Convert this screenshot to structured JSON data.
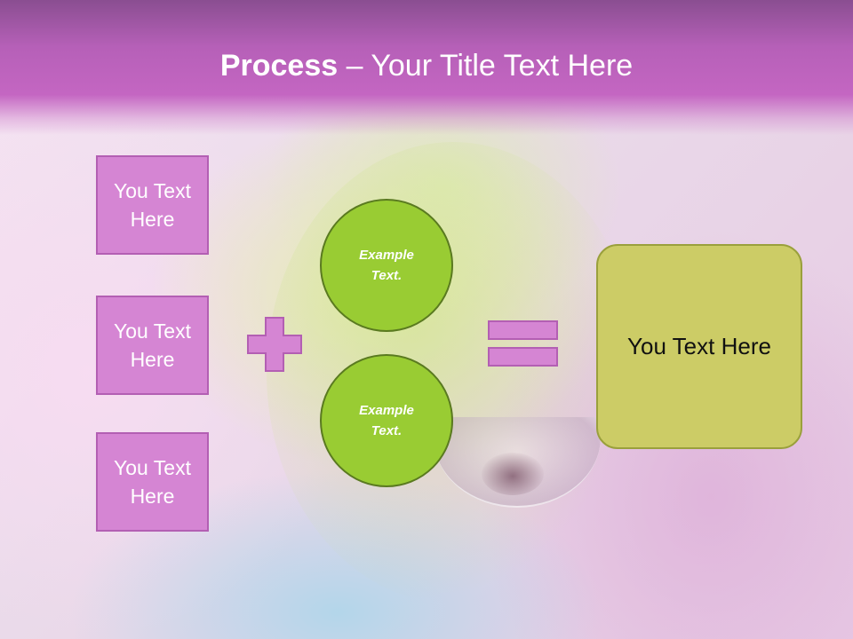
{
  "title": {
    "bold": "Process",
    "rest": " – Your Title Text Here"
  },
  "inputs": [
    {
      "label": "You Text Here"
    },
    {
      "label": "You Text Here"
    },
    {
      "label": "You Text Here"
    }
  ],
  "operator_plus": "plus-icon",
  "circles": [
    {
      "label": "Example Text."
    },
    {
      "label": "Example Text."
    }
  ],
  "operator_equals": "equals-icon",
  "result": {
    "label": "You Text Here"
  },
  "colors": {
    "title_bar": "#c466c2",
    "box_fill": "#d585d3",
    "box_border": "#b35fb3",
    "circle_fill": "#99cc33",
    "result_fill": "#cccc66"
  }
}
